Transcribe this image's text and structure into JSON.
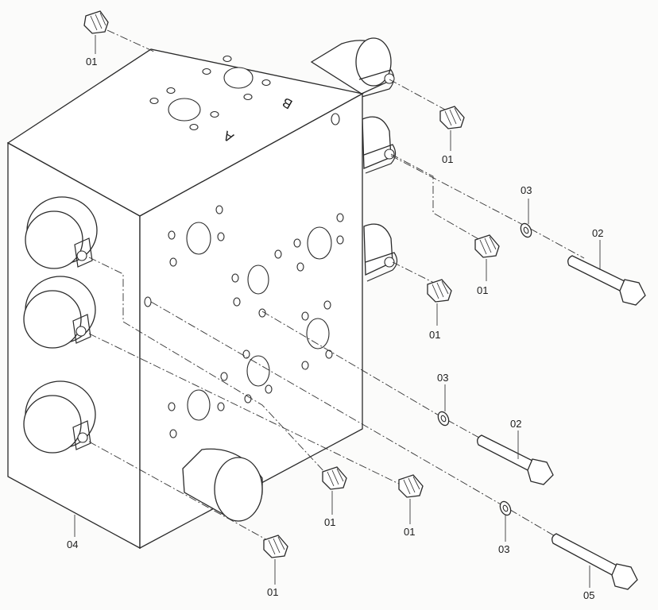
{
  "diagram": {
    "port_markings": {
      "a": "A",
      "b": "B"
    },
    "callouts": [
      {
        "id": "c1",
        "text": "01"
      },
      {
        "id": "c2",
        "text": "01"
      },
      {
        "id": "c3",
        "text": "03"
      },
      {
        "id": "c4",
        "text": "02"
      },
      {
        "id": "c5",
        "text": "01"
      },
      {
        "id": "c6",
        "text": "01"
      },
      {
        "id": "c7",
        "text": "03"
      },
      {
        "id": "c8",
        "text": "02"
      },
      {
        "id": "c9",
        "text": "01"
      },
      {
        "id": "c10",
        "text": "01"
      },
      {
        "id": "c11",
        "text": "03"
      },
      {
        "id": "c12",
        "text": "04"
      },
      {
        "id": "c13",
        "text": "01"
      },
      {
        "id": "c14",
        "text": "05"
      }
    ]
  }
}
